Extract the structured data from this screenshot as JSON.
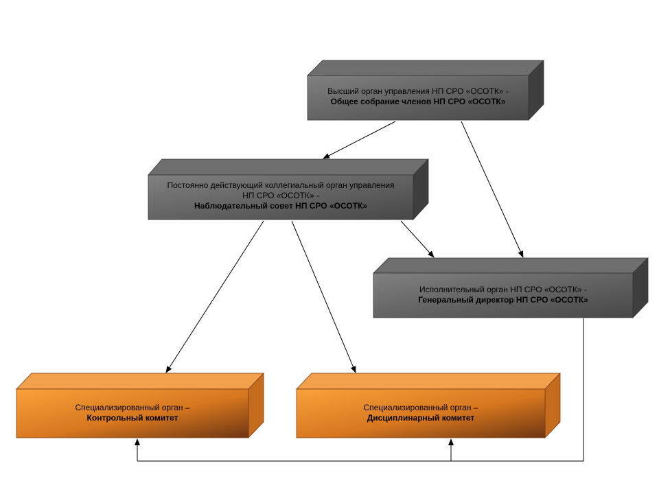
{
  "nodes": {
    "supreme": {
      "line1": "Высший орган управления НП СРО «ОСОТК» -",
      "line2": "Общее собрание членов НП СРО «ОСОТК»"
    },
    "council": {
      "line1": "Постоянно действующий коллегиальный орган управления",
      "line2": "НП СРО «ОСОТК» -",
      "line3": "Наблюдательный совет НП СРО «ОСОТК»"
    },
    "executive": {
      "line1": "Исполнительный орган НП СРО «ОСОТК» -",
      "line2": "Генеральный директор НП СРО «ОСОТК»"
    },
    "control": {
      "line1": "Специализированный орган –",
      "line2": "Контрольный комитет"
    },
    "disciplinary": {
      "line1": "Специализированный орган –",
      "line2": "Дисциплинарный комитет"
    }
  },
  "colors": {
    "gray_front_top": "#7a7a7a",
    "gray_front_bottom": "#4c4c4c",
    "gray_side": "#3f3f3f",
    "gray_top": "#6b6b6b",
    "orange_front_top": "#f7a13e",
    "orange_front_bottom": "#7a3c10",
    "orange_side": "#c2681c",
    "orange_top": "#f4a04a"
  }
}
